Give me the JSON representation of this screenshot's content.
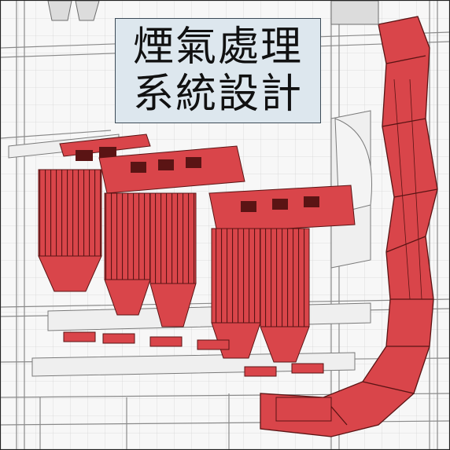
{
  "title": {
    "line1": "煙氣處理",
    "line2": "系統設計"
  },
  "colors": {
    "equipment_red": "#d9454a",
    "equipment_dark": "#5a1414",
    "steel_white": "#ececec",
    "steel_line": "#8a8a8a",
    "title_bg": "#dde7ee"
  },
  "illustration": {
    "subject": "industrial-flue-gas-treatment-plant",
    "elements": [
      "baghouse-filter-modules",
      "hopper-bins",
      "flue-duct",
      "steel-structure-frame"
    ]
  }
}
